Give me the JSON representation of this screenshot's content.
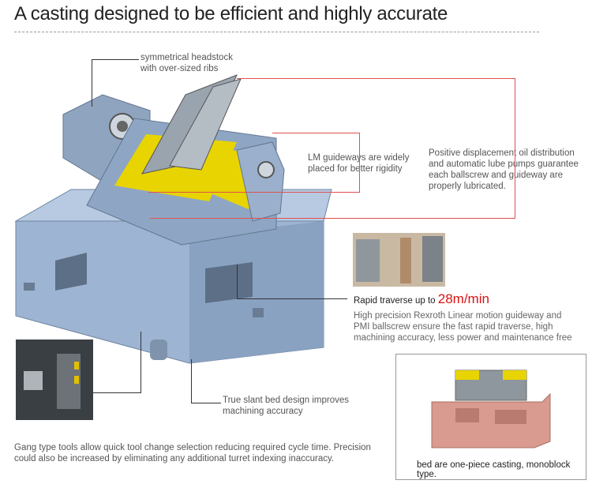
{
  "title": "A casting designed to be efficient and highly accurate",
  "callouts": {
    "headstock": [
      "symmetrical headstock",
      "with over-sized ribs"
    ],
    "guideways": [
      "LM guideways are widely",
      "placed for better rigidity"
    ],
    "lube": [
      "Positive displacement oil distribution",
      "and automatic lube pumps guarantee",
      "each ballscrew and guideway are",
      "properly lubricated."
    ],
    "slant": [
      "True slant bed design improves",
      "machining accuracy"
    ]
  },
  "rapid": {
    "label": "Rapid traverse up to ",
    "speed": "28m/min",
    "desc": [
      "High precision Rexroth Linear motion guideway and",
      "PMI ballscrew ensure the fast rapid traverse, high",
      "machining accuracy, less power and maintenance free"
    ]
  },
  "gang": [
    "Gang type tools allow quick tool change selection reducing required cycle time. Precision",
    "could also be increased by eliminating any additional turret indexing inaccuracy."
  ],
  "casting_caption": "bed are one-piece casting, monoblock type.",
  "colors": {
    "accent_red": "#e05050",
    "speed_red": "#dd1111",
    "machine_blue": "#8ea6c4",
    "yellow": "#e8d400",
    "casting_red": "#d99a8f"
  }
}
